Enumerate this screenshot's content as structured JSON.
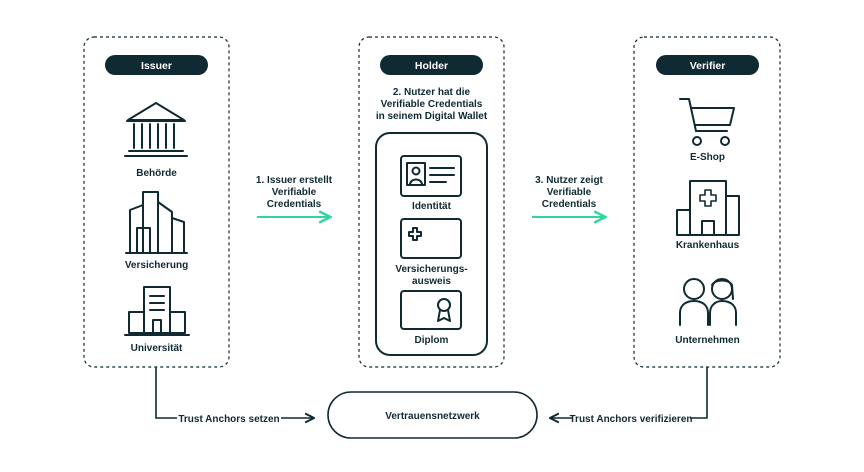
{
  "columns": {
    "issuer": {
      "title": "Issuer",
      "items": [
        "Behörde",
        "Versicherung",
        "Universität"
      ]
    },
    "holder": {
      "title": "Holder",
      "caption": [
        "2. Nutzer hat die",
        "Verifiable Credentials",
        "in seinem Digital Wallet"
      ],
      "cards": [
        "Identität",
        "Versicherungs-",
        "ausweis",
        "Diplom"
      ]
    },
    "verifier": {
      "title": "Verifier",
      "items": [
        "E-Shop",
        "Krankenhaus",
        "Unternehmen"
      ]
    }
  },
  "arrows": {
    "issue": [
      "1. Issuer erstellt",
      "Verifiable",
      "Credentials"
    ],
    "present": [
      "3. Nutzer zeigt",
      "Verifiable",
      "Credentials"
    ]
  },
  "trust": {
    "network": "Vertrauensnetzwerk",
    "left_label": "Trust Anchors setzen",
    "right_label": "Trust Anchors verifizieren"
  },
  "colors": {
    "dark": "#0f2a33",
    "arrow_accent": "#2fd6a0",
    "background": "#ffffff"
  },
  "icons": [
    "government-building-icon",
    "city-buildings-icon",
    "university-building-icon",
    "id-card-icon",
    "insurance-card-icon",
    "diploma-icon",
    "shopping-cart-icon",
    "hospital-icon",
    "people-icon"
  ]
}
